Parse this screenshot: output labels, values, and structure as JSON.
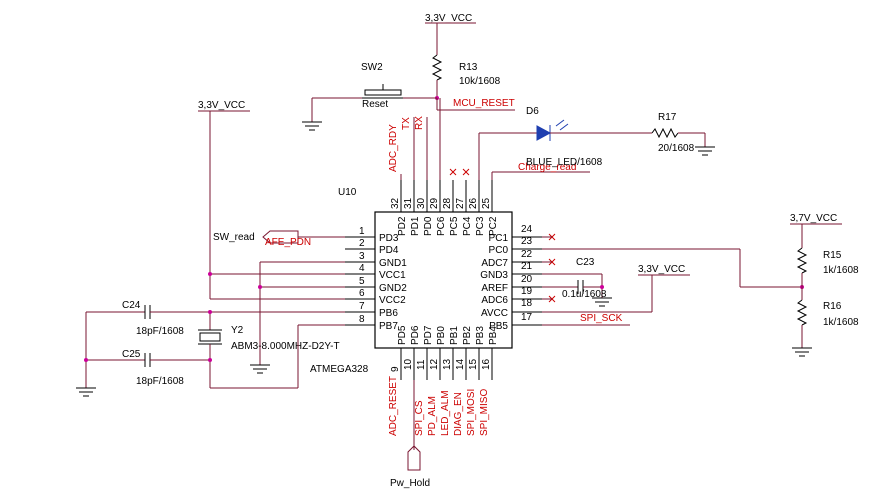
{
  "nets": {
    "vcc33_top": "3,3V_VCC",
    "vcc33_left": "3,3V_VCC",
    "vcc33_right": "3,3V_VCC",
    "vcc37": "3,7V_VCC",
    "mcu_reset": "MCU_RESET",
    "sw_read": "SW_read",
    "afe_pdn": "AFE_PDN",
    "charge_read": "Charge_read",
    "spi_sck": "SPI_SCK",
    "pw_hold": "Pw_Hold",
    "adc_rdy": "ADC_RDY",
    "tx": "TX",
    "rx": "RX",
    "adc_reset": "ADC_RESET",
    "spi_cs": "SPI_CS",
    "pd_alm": "PD_ALM",
    "led_alm": "LED_ALM",
    "diag_en": "DIAG_EN",
    "spi_miso": "SPI_MISO",
    "spi_mosi": "SPI_MOSI"
  },
  "components": {
    "sw2": {
      "ref": "SW2",
      "value": "Reset"
    },
    "r13": {
      "ref": "R13",
      "value": "10k/1608"
    },
    "d6": {
      "ref": "D6",
      "value": "BLUE_LED/1608"
    },
    "r17": {
      "ref": "R17",
      "value": "20/1608"
    },
    "u10": {
      "ref": "U10",
      "value": "ATMEGA328"
    },
    "c24": {
      "ref": "C24",
      "value": "18pF/1608"
    },
    "c25": {
      "ref": "C25",
      "value": "18pF/1608"
    },
    "y2": {
      "ref": "Y2",
      "value": "ABM3-8.000MHZ-D2Y-T"
    },
    "c23": {
      "ref": "C23",
      "value": "0.1u/1608"
    },
    "r15": {
      "ref": "R15",
      "value": "1k/1608"
    },
    "r16": {
      "ref": "R16",
      "value": "1k/1608"
    }
  },
  "pins_left": [
    {
      "num": "1",
      "name": "PD3"
    },
    {
      "num": "2",
      "name": "PD4"
    },
    {
      "num": "3",
      "name": "GND1"
    },
    {
      "num": "4",
      "name": "VCC1"
    },
    {
      "num": "5",
      "name": "GND2"
    },
    {
      "num": "6",
      "name": "VCC2"
    },
    {
      "num": "7",
      "name": "PB6"
    },
    {
      "num": "8",
      "name": "PB7"
    }
  ],
  "pins_right": [
    {
      "num": "24",
      "name": "PC1"
    },
    {
      "num": "23",
      "name": "PC0"
    },
    {
      "num": "22",
      "name": "ADC7"
    },
    {
      "num": "21",
      "name": "GND3"
    },
    {
      "num": "20",
      "name": "AREF"
    },
    {
      "num": "19",
      "name": "ADC6"
    },
    {
      "num": "18",
      "name": "AVCC"
    },
    {
      "num": "17",
      "name": "PB5"
    }
  ],
  "pins_top": [
    {
      "num": "32",
      "name": "PD2"
    },
    {
      "num": "31",
      "name": "PD1"
    },
    {
      "num": "30",
      "name": "PD0"
    },
    {
      "num": "29",
      "name": "PC6"
    },
    {
      "num": "28",
      "name": "PC5"
    },
    {
      "num": "27",
      "name": "PC4"
    },
    {
      "num": "26",
      "name": "PC3"
    },
    {
      "num": "25",
      "name": "PC2"
    }
  ],
  "pins_bottom": [
    {
      "num": "9",
      "name": "PD5"
    },
    {
      "num": "10",
      "name": "PD6"
    },
    {
      "num": "11",
      "name": "PD7"
    },
    {
      "num": "12",
      "name": "PB0"
    },
    {
      "num": "13",
      "name": "PB1"
    },
    {
      "num": "14",
      "name": "PB2"
    },
    {
      "num": "15",
      "name": "PB3"
    },
    {
      "num": "16",
      "name": "PB4"
    }
  ]
}
